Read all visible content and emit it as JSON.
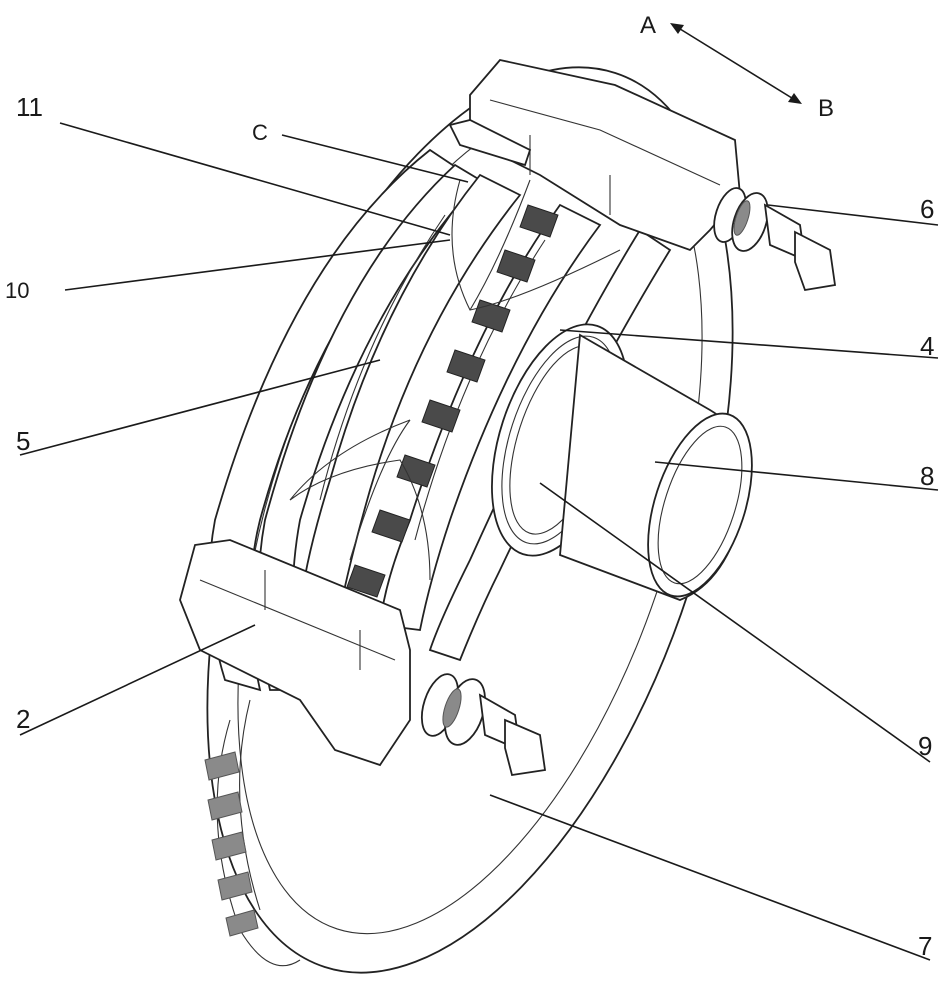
{
  "direction": {
    "a": "A",
    "b": "B"
  },
  "labels": {
    "l11": "11",
    "lc": "C",
    "l10": "10",
    "l6": "6",
    "l4": "4",
    "l5": "5",
    "l8": "8",
    "l2": "2",
    "l9": "9",
    "l7": "7"
  }
}
